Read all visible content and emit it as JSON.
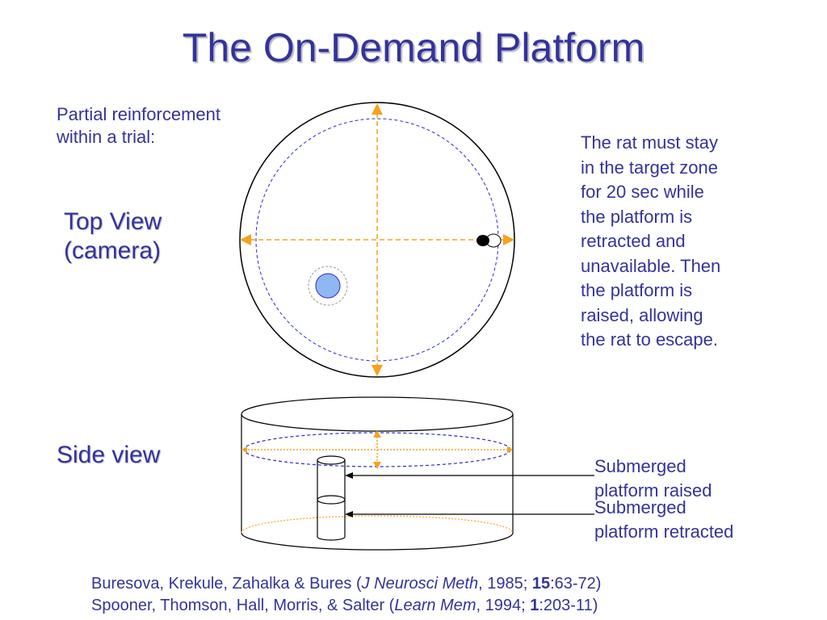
{
  "slide": {
    "title": "The On-Demand Platform",
    "partial_line1": "Partial reinforcement",
    "partial_line2": "within a trial:",
    "top_view_line1": "Top View",
    "top_view_line2": "(camera)",
    "side_view": "Side view",
    "description_lines": [
      "The rat must stay",
      "in the target zone",
      "for 20 sec while",
      "the platform is",
      "retracted and",
      "unavailable.  Then",
      "the platform is",
      "raised, allowing",
      "the rat to escape."
    ],
    "raised_line1": "Submerged",
    "raised_line2": "platform raised",
    "retracted_line1": "Submerged",
    "retracted_line2": "platform retracted"
  },
  "references": [
    {
      "authors": "Buresova, Krekule, Zahalka & Bures (",
      "journal": "J Neurosci Meth",
      "year": ", 1985; ",
      "volume": "15",
      "pages": ":63-72)"
    },
    {
      "authors": "Spooner, Thomson, Hall, Morris, & Salter (",
      "journal": "Learn Mem",
      "year": ", 1994; ",
      "volume": "1",
      "pages": ":203-11)"
    }
  ],
  "colors": {
    "text": "#333399",
    "arrows": "#f7a21b",
    "dashed_circle": "#2a2ad6",
    "platform": "#8fb8f0"
  }
}
